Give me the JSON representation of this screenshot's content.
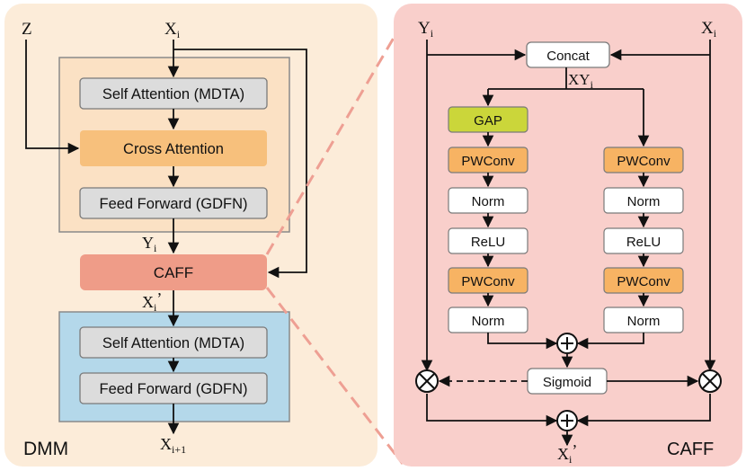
{
  "colors": {
    "dmm_panel": "#fcecd9",
    "caff_panel": "#f9cfcb",
    "attention_block": "#fbe1c4",
    "ffn_block": "#b4d8ea",
    "module": "#dcdcdc",
    "cross_attention": "#f7c07c",
    "caff_node": "#ef9c88",
    "gap": "#cbd63a",
    "pwconv": "#f7b363",
    "white_node": "#ffffff",
    "zoom_line": "#ee9f93"
  },
  "dmm": {
    "label": "DMM",
    "z_label": "Z",
    "xi_main": "X",
    "xi_sub": "i",
    "self_attention_1": "Self Attention (MDTA)",
    "cross_attention": "Cross Attention",
    "feed_forward_1": "Feed Forward (GDFN)",
    "yi_main": "Y",
    "yi_sub": "i",
    "caff": "CAFF",
    "xi_prime_main": "X",
    "xi_prime_sub": "i",
    "xi_prime_mark": "’",
    "self_attention_2": "Self Attention (MDTA)",
    "feed_forward_2": "Feed Forward (GDFN)",
    "xi1_main": "X",
    "xi1_sub": "i+1"
  },
  "caff": {
    "label": "CAFF",
    "yi_main": "Y",
    "yi_sub": "i",
    "xi_main": "X",
    "xi_sub": "i",
    "concat": "Concat",
    "xyi_main": "XY",
    "xyi_sub": "i",
    "gap": "GAP",
    "pwconv_1": "PWConv",
    "norm_1": "Norm",
    "relu_1": "ReLU",
    "pwconv_2": "PWConv",
    "norm_2": "Norm",
    "pwconv_3": "PWConv",
    "norm_3": "Norm",
    "relu_2": "ReLU",
    "pwconv_4": "PWConv",
    "norm_4": "Norm",
    "sigmoid": "Sigmoid",
    "out_main": "X",
    "out_sub": "i",
    "out_mark": "’"
  }
}
